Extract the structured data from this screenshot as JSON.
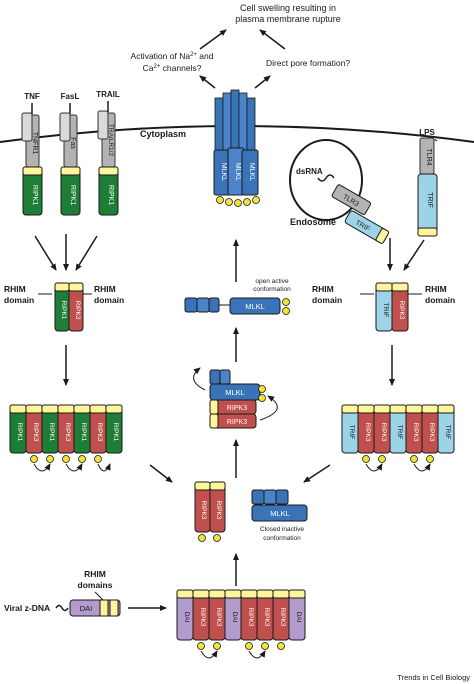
{
  "top": {
    "swelling_line1": "Cell swelling resulting in",
    "swelling_line2": "plasma membrane rupture",
    "activation_line1": "Activation of Na",
    "activation_sup1": "2+",
    "activation_mid": " and",
    "activation_line2": "Ca",
    "activation_sup2": "2+",
    "activation_end": " channels?",
    "pore": "Direct pore formation?"
  },
  "membrane": {
    "cytoplasm": "Cytoplasm",
    "ligands": [
      "TNF",
      "FasL",
      "TRAIL",
      "LPS"
    ],
    "receptors": [
      "TNFR1",
      "Fas",
      "TRAILR1/2",
      "TLR4"
    ]
  },
  "adaptors": {
    "ripk1": "RIPK1",
    "ripk3": "RIPK3",
    "trif": "TRIF",
    "mlkl": "MLKL",
    "dai": "DAI",
    "tlr3": "TLR3"
  },
  "endosome": {
    "label": "Endosome",
    "dsrna": "dsRNA"
  },
  "rhim": {
    "rhim": "RHIM",
    "domain": "domain",
    "domains": "domains"
  },
  "mlkl_states": {
    "open_line1": "open active",
    "open_line2": "conformation",
    "closed_line1": "Closed inactive",
    "closed_line2": "conformation"
  },
  "dna": {
    "viral": "Viral z-DNA"
  },
  "footer": {
    "credit": "Trends in Cell Biology"
  },
  "colors": {
    "ripk1": "#1e7d36",
    "ripk3": "#c0504d",
    "trif": "#9dd3e6",
    "mlkl": "#3a73b8",
    "dai": "#b39ccd",
    "rhim": "#fff59a",
    "receptor": "#b3b3b3",
    "phospho": "#f3e23a"
  }
}
